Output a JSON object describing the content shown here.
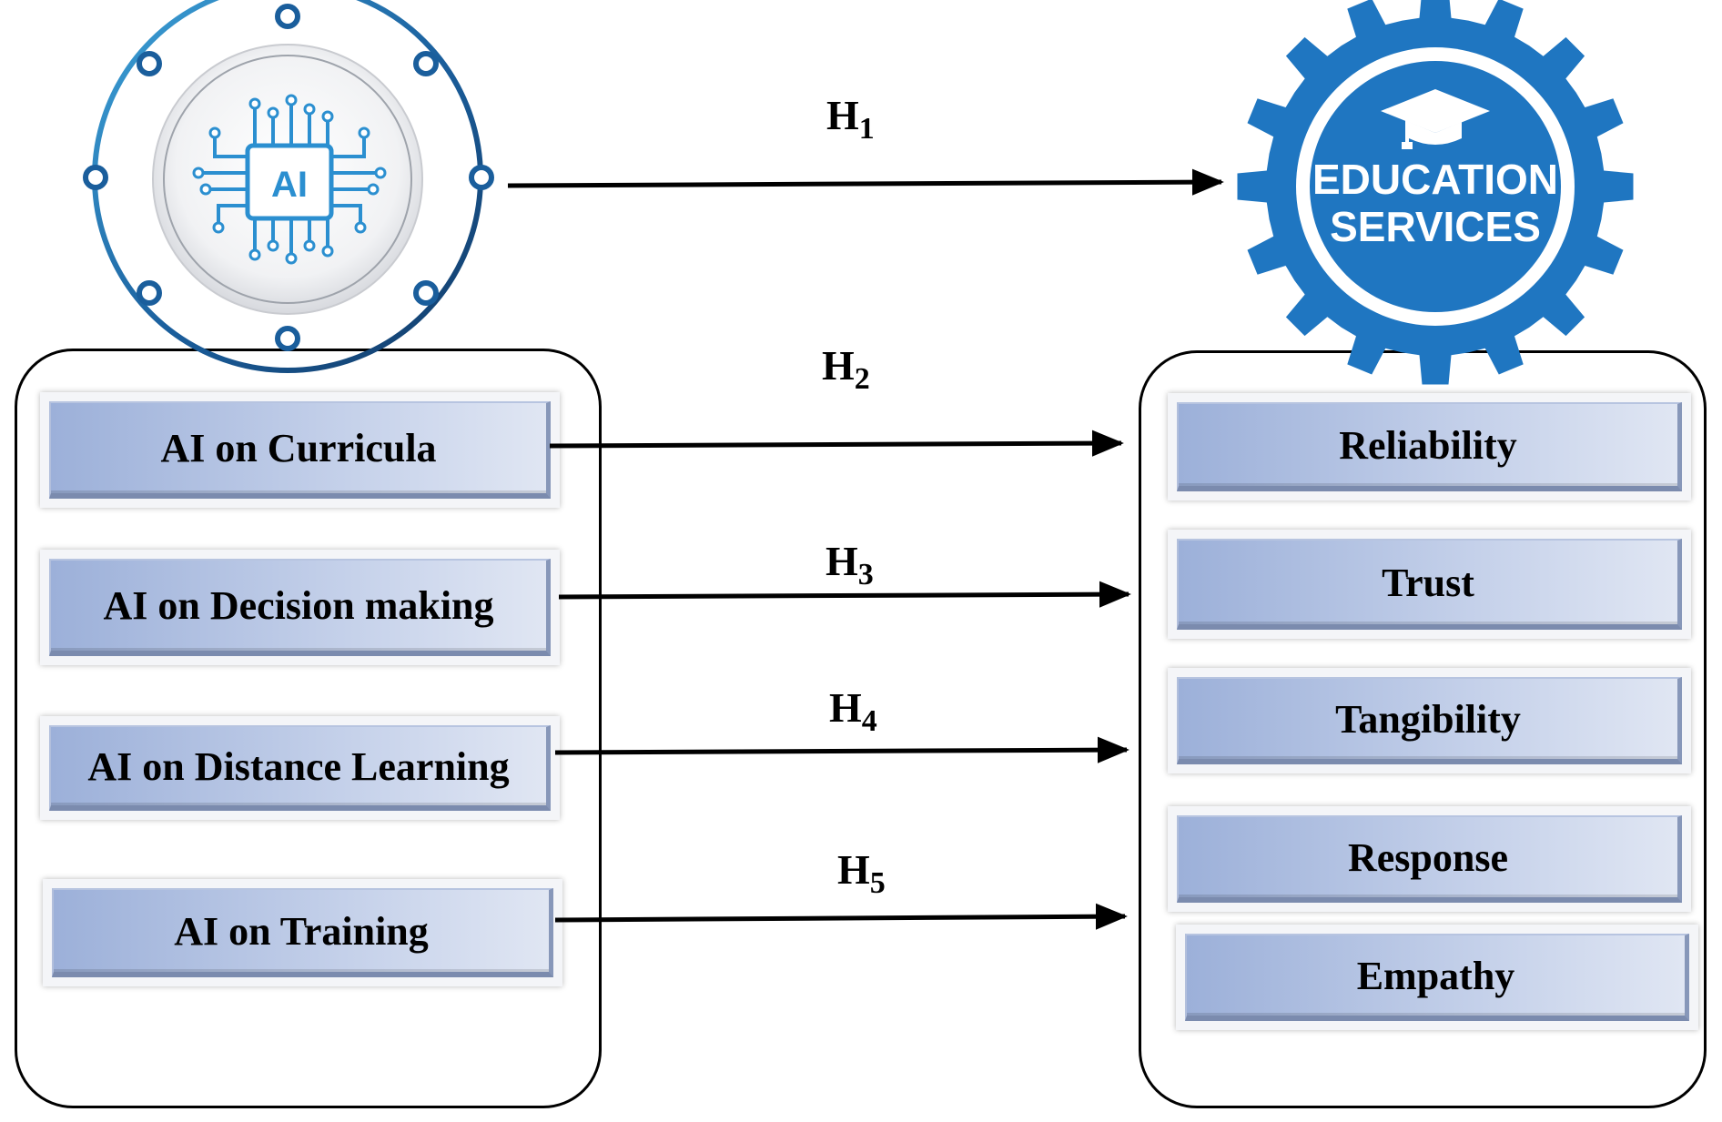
{
  "ai_logo": {
    "label": "AI"
  },
  "education_logo": {
    "line1": "EDUCATION",
    "line2": "SERVICES"
  },
  "hypotheses": [
    {
      "letter": "H",
      "index": "1"
    },
    {
      "letter": "H",
      "index": "2"
    },
    {
      "letter": "H",
      "index": "3"
    },
    {
      "letter": "H",
      "index": "4"
    },
    {
      "letter": "H",
      "index": "5"
    }
  ],
  "independent_variables": [
    "AI on Curricula",
    "AI on Decision making",
    "AI on Distance Learning",
    "AI on Training"
  ],
  "dependent_variables": [
    "Reliability",
    "Trust",
    "Tangibility",
    "Response",
    "Empathy"
  ],
  "colors": {
    "brand_blue": "#1f76c1",
    "ring_dark": "#123a66",
    "ring_light": "#3fa6dc",
    "box_fill": "#b5c4e5",
    "arrow": "#000000"
  }
}
